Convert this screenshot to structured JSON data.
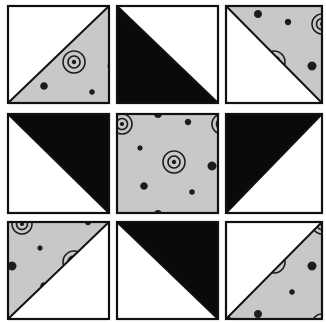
{
  "block": {
    "rows": 3,
    "cols": 3,
    "colors": {
      "background": "#ffffff",
      "outline": "#111111",
      "dark": "#0a0a0a",
      "print_base": "#c9c9c9",
      "print_light": "#e6e6e6",
      "print_dot": "#1c1c1c"
    },
    "squares": [
      {
        "id": "top-left",
        "split": "diagonal-tr-bl",
        "upper": "white",
        "lower": "print"
      },
      {
        "id": "top-center",
        "split": "diagonal-tl-br",
        "upper": "white",
        "lower": "black"
      },
      {
        "id": "top-right",
        "split": "diagonal-tl-br",
        "upper": "print",
        "lower": "white"
      },
      {
        "id": "middle-left",
        "split": "diagonal-tl-br",
        "upper": "black",
        "lower": "white"
      },
      {
        "id": "center",
        "split": "none",
        "fill": "print"
      },
      {
        "id": "middle-right",
        "split": "diagonal-tr-bl",
        "upper": "black",
        "lower": "white"
      },
      {
        "id": "bottom-left",
        "split": "diagonal-tr-bl",
        "upper": "print",
        "lower": "white"
      },
      {
        "id": "bottom-center",
        "split": "diagonal-tl-br",
        "upper": "black",
        "lower": "white"
      },
      {
        "id": "bottom-right",
        "split": "diagonal-tr-bl",
        "upper": "white",
        "lower": "print"
      }
    ]
  }
}
